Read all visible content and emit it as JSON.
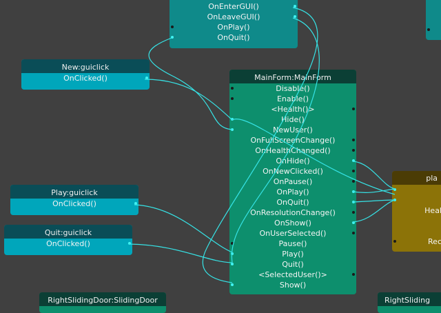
{
  "colors": {
    "wire": "#36e3e6"
  },
  "top_node": {
    "rows": [
      "OnEnterGUI()",
      "OnLeaveGUI()",
      "OnPlay()",
      "OnQuit()"
    ]
  },
  "new_node": {
    "title": "New:guiclick",
    "rows": [
      "OnClicked()"
    ]
  },
  "play_node": {
    "title": "Play:guiclick",
    "rows": [
      "OnClicked()"
    ]
  },
  "quit_node": {
    "title": "Quit:guiclick",
    "rows": [
      "OnClicked()"
    ]
  },
  "main_node": {
    "title": "MainForm:MainForm",
    "rows": [
      "Disable()",
      "Enable()",
      "<Health()>",
      "Hide()",
      "NewUser()",
      "OnFullScreenChange()",
      "OnHealthChanged()",
      "OnHide()",
      "OnNewClicked()",
      "OnPause()",
      "OnPlay()",
      "OnQuit()",
      "OnResolutionChange()",
      "OnShow()",
      "OnUserSelected()",
      "Pause()",
      "Play()",
      "Quit()",
      "<SelectedUser()>",
      "Show()"
    ]
  },
  "right_node": {
    "title": "pla",
    "rows": [
      "",
      "",
      "Heal",
      "",
      "",
      "Rec"
    ]
  },
  "bottom_left": {
    "title": "RightSlidingDoor:SlidingDoor"
  },
  "bottom_right": {
    "title": "RightSliding"
  }
}
